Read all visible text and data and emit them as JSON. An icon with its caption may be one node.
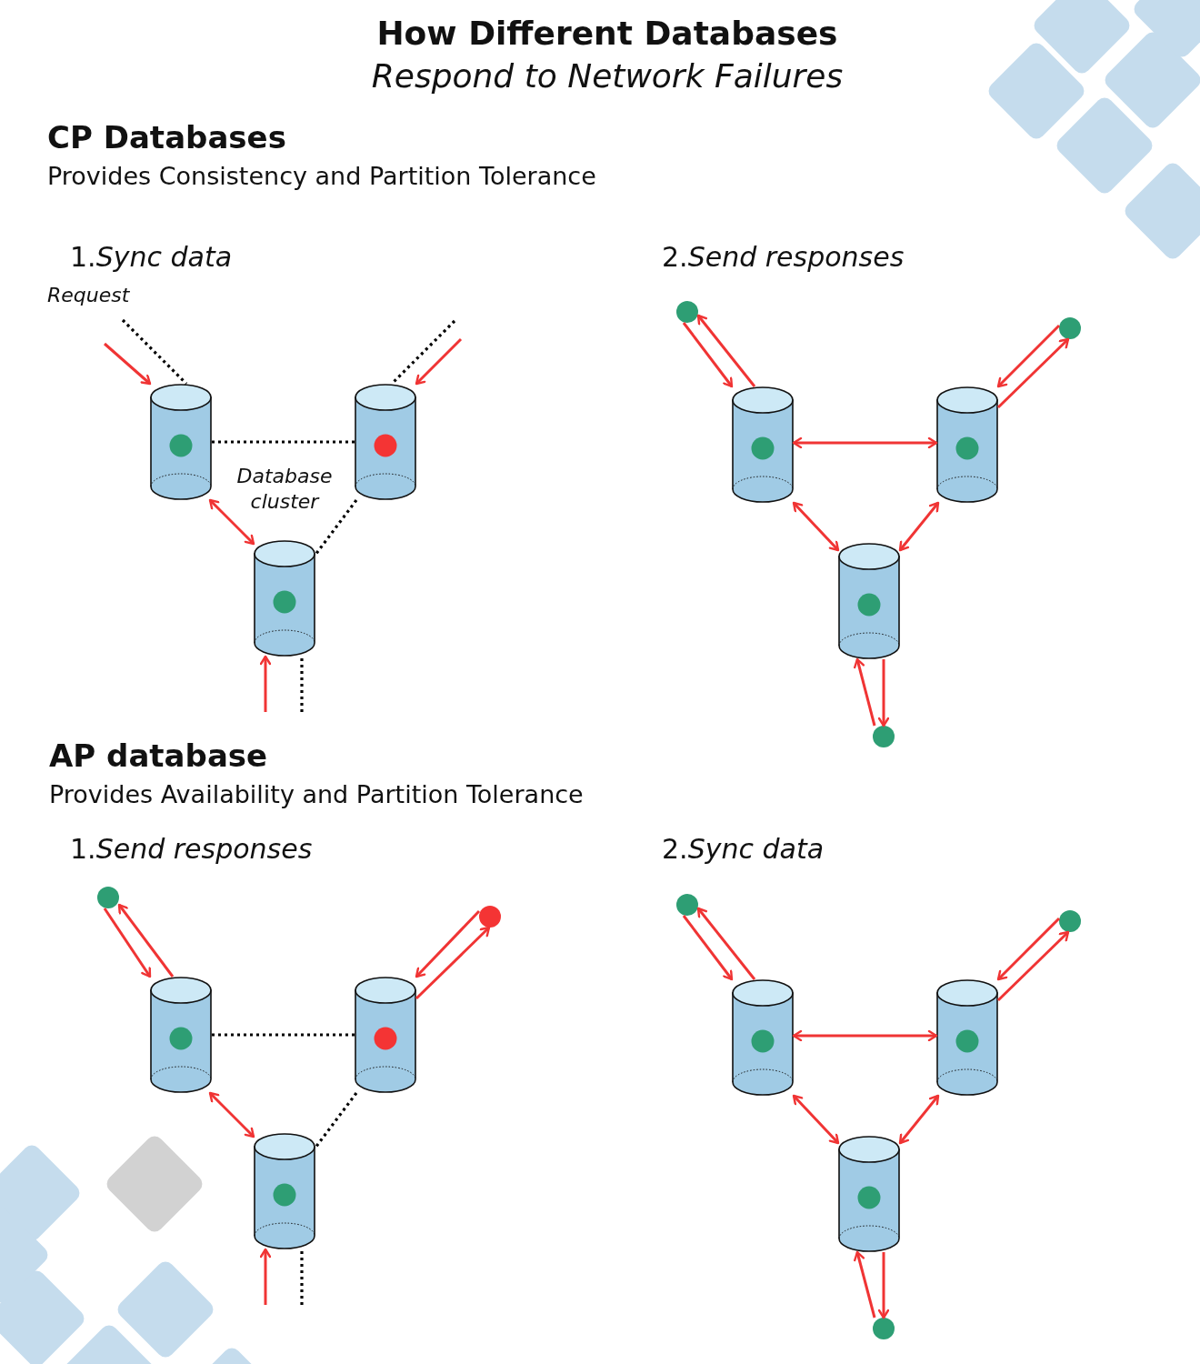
{
  "diagram": {
    "title": "**How Different Databases** *Respond to Network Failures*",
    "nodes": [
      {
        "text": [],
        "shape": "cylinder"
      },
      {
        "text": [],
        "shape": "cylinder"
      },
      {
        "text": [],
        "shape": "cylinder"
      },
      {
        "text": [],
        "shape": "circle"
      },
      {
        "text": [],
        "shape": "circle"
      },
      {
        "text": [],
        "shape": "cylinder"
      },
      {
        "text": [],
        "shape": "cylinder"
      },
      {
        "text": [],
        "shape": "cylinder"
      },
      {
        "text": [],
        "shape": "circle"
      },
      {
        "text": [],
        "shape": "circle"
      },
      {
        "text": [],
        "shape": "circle"
      },
      {
        "text": [],
        "shape": "cylinder"
      },
      {
        "text": [],
        "shape": "cylinder"
      },
      {
        "text": [],
        "shape": "cylinder"
      },
      {
        "text": [],
        "shape": "circle"
      },
      {
        "text": [],
        "shape": "circle"
      },
      {
        "text": [],
        "shape": "cylinder"
      },
      {
        "text": [],
        "shape": "cylinder"
      },
      {
        "text": [],
        "shape": "cylinder"
      },
      {
        "text": [],
        "shape": "circle"
      }
    ],
    "edges": [
      {
        "from": null,
        "to": 0,
        "arrow": "to"
      },
      {
        "from": null,
        "to": 0,
        "arrow": "none",
        "style": "dashed",
        "color": "#000000"
      },
      {
        "from": null,
        "to": 1,
        "arrow": "to"
      },
      {
        "from": null,
        "to": 1,
        "arrow": "none",
        "style": "dashed",
        "color": "#000000"
      },
      {
        "from": 0,
        "to": 1,
        "arrow": "none",
        "style": "dashed",
        "color": "#000000"
      },
      {
        "from": 0,
        "to": 2,
        "arrow": "both"
      },
      {
        "from": 1,
        "to": 2,
        "arrow": "none",
        "style": "dashed",
        "color": "#000000"
      },
      {
        "from": null,
        "to": 2,
        "arrow": "to"
      },
      {
        "from": null,
        "to": 2,
        "arrow": "none",
        "style": "dashed",
        "color": "#000000"
      },
      {
        "from": 3,
        "to": 5,
        "arrow": "to"
      },
      {
        "from": 5,
        "to": 3,
        "arrow": "to"
      },
      {
        "from": 4,
        "to": 6,
        "arrow": "to"
      },
      {
        "from": 6,
        "to": 4,
        "arrow": "to"
      },
      {
        "from": 5,
        "to": 6,
        "arrow": "both"
      },
      {
        "from": 5,
        "to": 7,
        "arrow": "both"
      },
      {
        "from": 6,
        "to": 7,
        "arrow": "both"
      },
      {
        "from": 8,
        "to": 7,
        "arrow": "to"
      },
      {
        "from": 7,
        "to": 8,
        "arrow": "to"
      },
      {
        "from": 9,
        "to": 11,
        "arrow": "to"
      },
      {
        "from": 11,
        "to": 9,
        "arrow": "to"
      },
      {
        "from": 10,
        "to": 12,
        "arrow": "to"
      },
      {
        "from": 12,
        "to": 10,
        "arrow": "to"
      },
      {
        "from": 11,
        "to": 12,
        "arrow": "none",
        "style": "dashed",
        "color": "#000000"
      },
      {
        "from": 11,
        "to": 13,
        "arrow": "both"
      },
      {
        "from": 12,
        "to": 13,
        "arrow": "none",
        "style": "dashed",
        "color": "#000000"
      },
      {
        "from": null,
        "to": 13,
        "arrow": "to"
      },
      {
        "from": null,
        "to": 13,
        "arrow": "none",
        "style": "dashed",
        "color": "#000000"
      },
      {
        "from": 14,
        "to": 16,
        "arrow": "to"
      },
      {
        "from": 16,
        "to": 14,
        "arrow": "to"
      },
      {
        "from": 15,
        "to": 17,
        "arrow": "to"
      },
      {
        "from": 17,
        "to": 15,
        "arrow": "to"
      },
      {
        "from": 16,
        "to": 17,
        "arrow": "both"
      },
      {
        "from": 16,
        "to": 18,
        "arrow": "both"
      },
      {
        "from": 17,
        "to": 18,
        "arrow": "both"
      },
      {
        "from": 19,
        "to": 18,
        "arrow": "to"
      },
      {
        "from": 18,
        "to": 19,
        "arrow": "to"
      }
    ],
    "labels": [
      "CP Databases",
      "Provides Consistency and Partition Tolerance",
      "1.*Sync data*",
      "Request",
      "Database cluster",
      "2.*Send responses*",
      "AP database",
      "Provides Availability and Partition Tolerance",
      "1.*Send responses*",
      "2.*Sync data*"
    ]
  }
}
